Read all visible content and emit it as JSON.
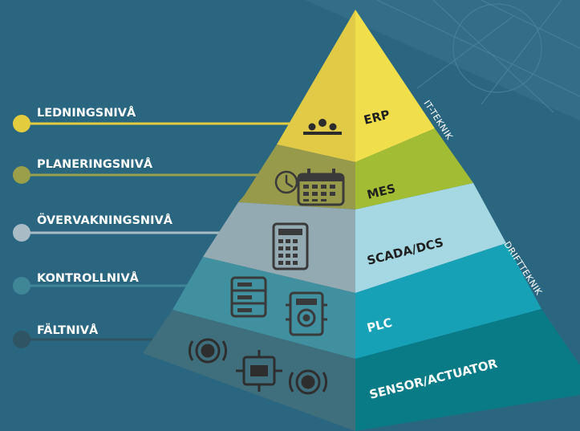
{
  "levels": [
    {
      "label": "LEDNINGSNIVÅ",
      "dot_color": "#e3cc3e"
    },
    {
      "label": "PLANERINGSNIVÅ",
      "dot_color": "#9aa04a"
    },
    {
      "label": "ÖVERVAKNINGSNIVÅ",
      "dot_color": "#a9bcc6"
    },
    {
      "label": "KONTROLLNIVÅ",
      "dot_color": "#3f8796"
    },
    {
      "label": "FÄLTNIVÅ",
      "dot_color": "#2f5564"
    }
  ],
  "tiers": [
    {
      "label": "ERP",
      "color": "#f0de4a",
      "left_color": "#e0ca46"
    },
    {
      "label": "MES",
      "color": "#a2bd33",
      "left_color": "#969a4a"
    },
    {
      "label": "SCADA/DCS",
      "color": "#a5d8e2",
      "left_color": "#93aab3"
    },
    {
      "label": "PLC",
      "color": "#16a1b7",
      "left_color": "#40909f"
    },
    {
      "label": "SENSOR/ACTUATOR",
      "color": "#087b86",
      "left_color": "#3f6f7c"
    }
  ],
  "side_labels": {
    "top": "IT-TEKNIK",
    "bottom": "DRIFTTEKNIK"
  },
  "icons": [
    "people-icon",
    "clock-icon",
    "calendar-icon",
    "calculator-icon",
    "server-icon",
    "controller-icon",
    "sensor-icon",
    "actuator-icon"
  ]
}
